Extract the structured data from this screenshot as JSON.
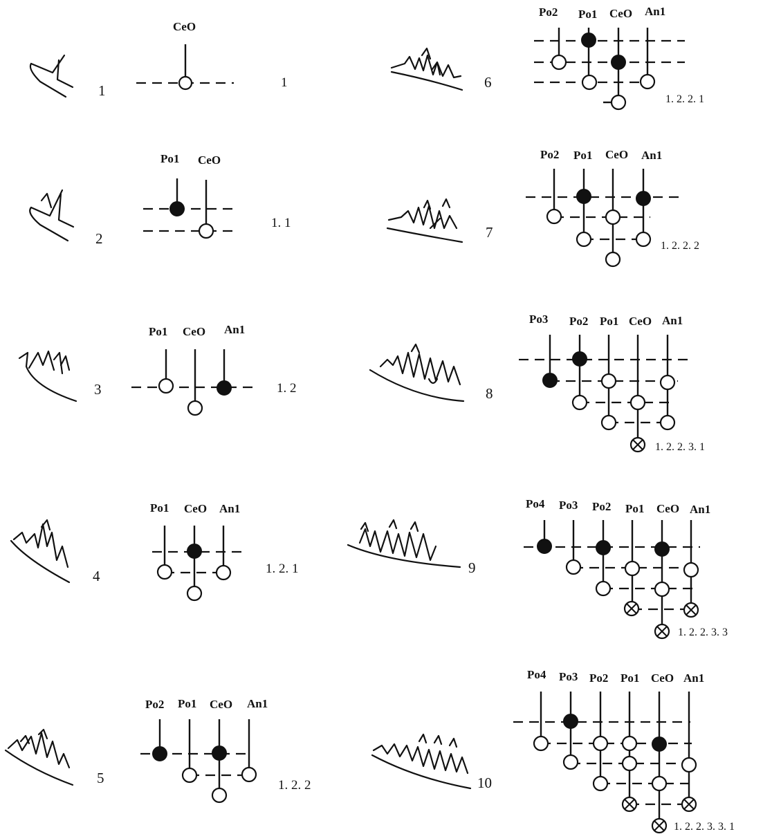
{
  "figures": [
    {
      "index": "1",
      "code": "1",
      "labels": [
        "CeO"
      ]
    },
    {
      "index": "2",
      "code": "1. 1",
      "labels": [
        "Po1",
        "CeO"
      ]
    },
    {
      "index": "3",
      "code": "1. 2",
      "labels": [
        "Po1",
        "CeO",
        "An1"
      ]
    },
    {
      "index": "4",
      "code": "1. 2. 1",
      "labels": [
        "Po1",
        "CeO",
        "An1"
      ]
    },
    {
      "index": "5",
      "code": "1. 2. 2",
      "labels": [
        "Po2",
        "Po1",
        "CeO",
        "An1"
      ]
    },
    {
      "index": "6",
      "code": "1. 2. 2. 1",
      "labels": [
        "Po2",
        "Po1",
        "CeO",
        "An1"
      ]
    },
    {
      "index": "7",
      "code": "1. 2. 2. 2",
      "labels": [
        "Po2",
        "Po1",
        "CeO",
        "An1"
      ]
    },
    {
      "index": "8",
      "code": "1. 2. 2. 3. 1",
      "labels": [
        "Po3",
        "Po2",
        "Po1",
        "CeO",
        "An1"
      ]
    },
    {
      "index": "9",
      "code": "1. 2. 2. 3. 3",
      "labels": [
        "Po4",
        "Po3",
        "Po2",
        "Po1",
        "CeO",
        "An1"
      ]
    },
    {
      "index": "10",
      "code": "1. 2. 2. 3. 3. 1",
      "labels": [
        "Po4",
        "Po3",
        "Po2",
        "Po1",
        "CeO",
        "An1"
      ]
    }
  ],
  "node_types": {
    "open": "open-circle",
    "filled": "filled-circle",
    "crossed": "crossed-circle"
  },
  "colors": {
    "ink": "#111111",
    "paper": "#ffffff"
  }
}
